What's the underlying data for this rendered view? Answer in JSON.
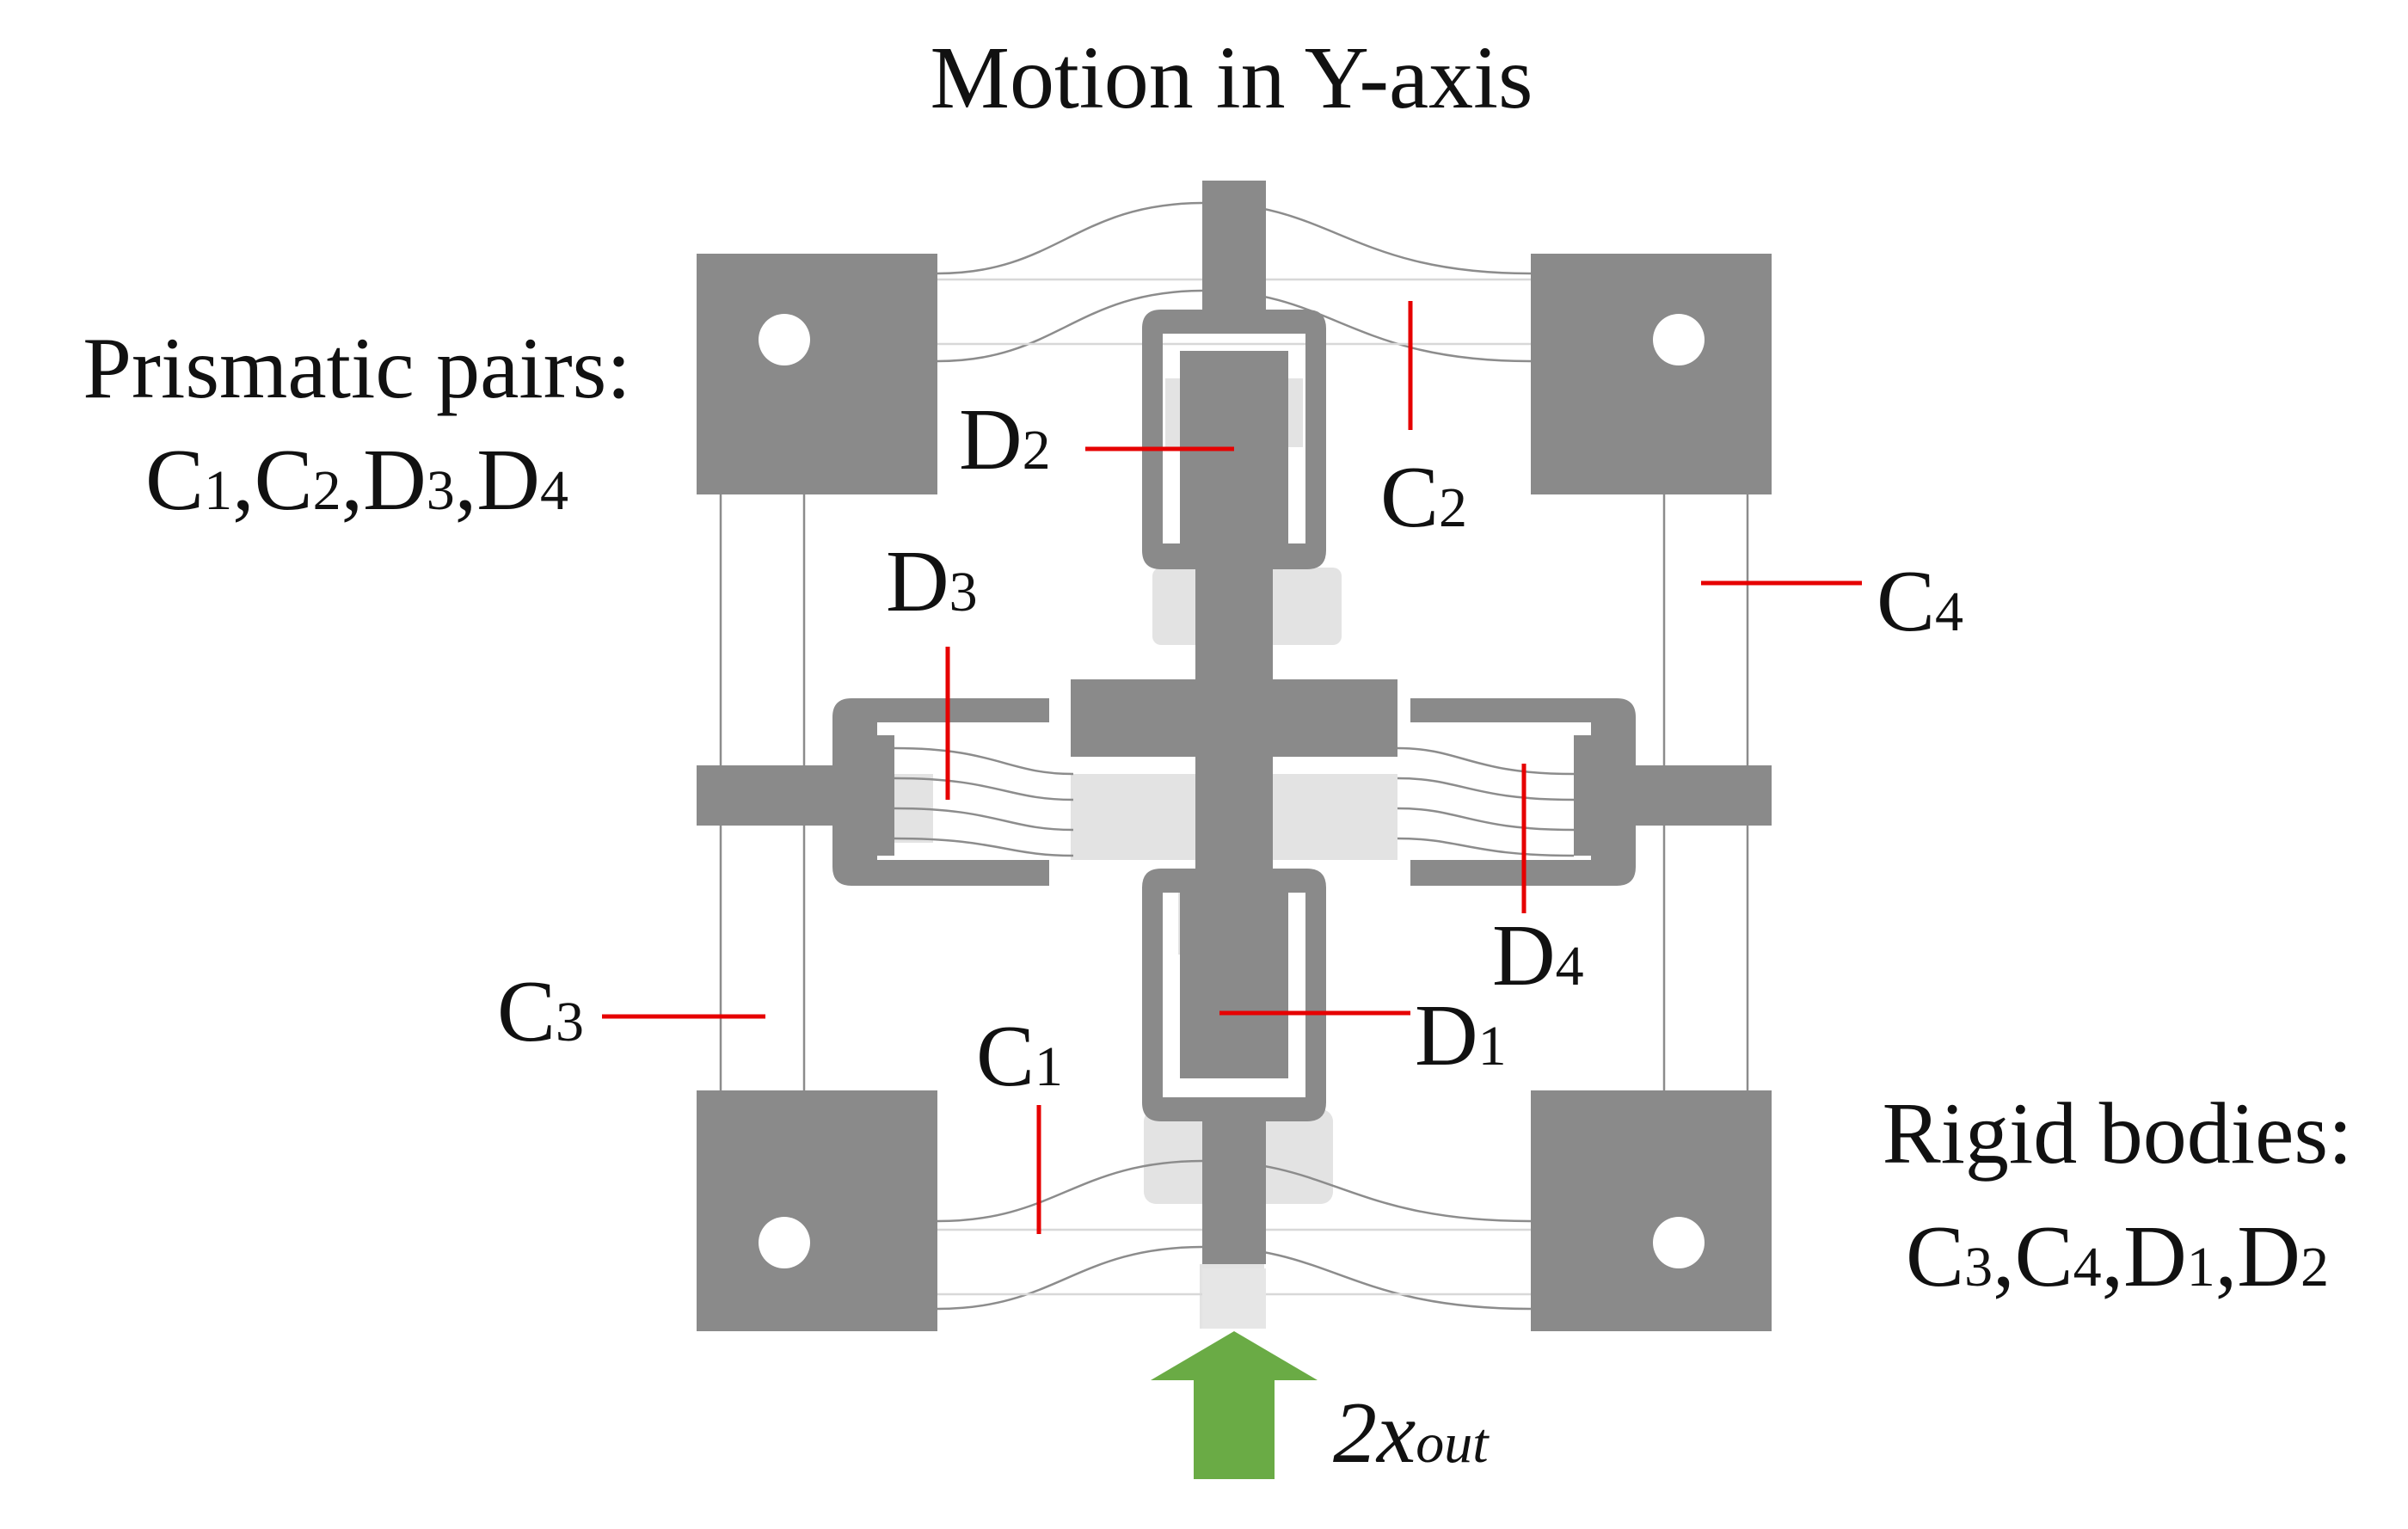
{
  "title": "Motion in Y-axis",
  "prismatic": {
    "heading": "Prismatic pairs:",
    "items": [
      {
        "base": "C",
        "sub": "1",
        "sep": ","
      },
      {
        "base": "C",
        "sub": "2",
        "sep": ","
      },
      {
        "base": "D",
        "sub": "3",
        "sep": ","
      },
      {
        "base": "D",
        "sub": "4",
        "sep": ""
      }
    ]
  },
  "rigid": {
    "heading": "Rigid bodies:",
    "items": [
      {
        "base": "C",
        "sub": "3",
        "sep": ","
      },
      {
        "base": "C",
        "sub": "4",
        "sep": ","
      },
      {
        "base": "D",
        "sub": "1",
        "sep": ","
      },
      {
        "base": "D",
        "sub": "2",
        "sep": ""
      }
    ]
  },
  "labels": {
    "D2": {
      "base": "D",
      "sub": "2"
    },
    "C2": {
      "base": "C",
      "sub": "2"
    },
    "D3": {
      "base": "D",
      "sub": "3"
    },
    "C4": {
      "base": "C",
      "sub": "4"
    },
    "D4": {
      "base": "D",
      "sub": "4"
    },
    "C3": {
      "base": "C",
      "sub": "3"
    },
    "D1": {
      "base": "D",
      "sub": "1"
    },
    "C1": {
      "base": "C",
      "sub": "1"
    }
  },
  "input": {
    "base": "2x",
    "sub": "out"
  },
  "colors": {
    "body": "#8a8a8a",
    "ghost": "#e3e3e3",
    "flexure": "#8c8c8c",
    "leader": "#e60000",
    "arrow": "#6aab45"
  }
}
